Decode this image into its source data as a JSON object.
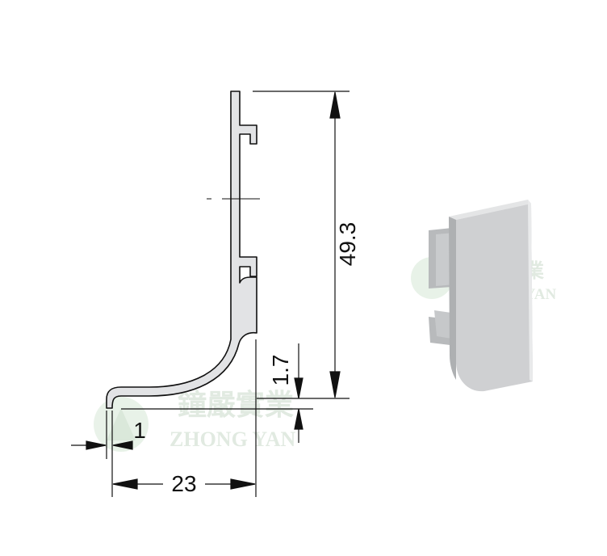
{
  "dimensions": {
    "height_total": "49.3",
    "lip_offset": "1.7",
    "lip_thickness": "1",
    "depth": "23"
  },
  "watermark": {
    "brand_cn": "鐘嚴實業",
    "brand_en": "ZHONG YAN"
  },
  "colors": {
    "profile_fill": "#e2e3e5",
    "line": "#111111",
    "watermark": "#c9ddc9",
    "endcap_face": "#cfd0d2",
    "endcap_shadow": "#a9abad"
  }
}
